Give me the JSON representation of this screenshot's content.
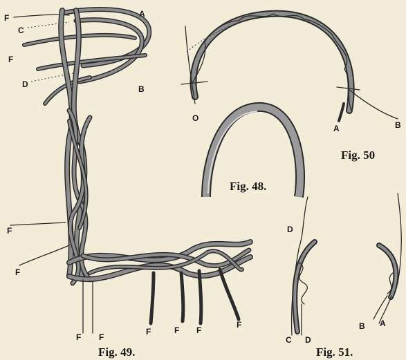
{
  "figures": {
    "fig48": {
      "caption": "Fig. 48."
    },
    "fig49": {
      "caption": "Fig. 49.",
      "labels": {
        "f_top": "F",
        "c": "C",
        "f_upper": "F",
        "d": "D",
        "a": "A",
        "b": "B",
        "f_mid": "F",
        "f_low": "F",
        "f_bottom_1": "F",
        "f_bottom_2": "F",
        "f_bottom_3": "F",
        "f_bottom_4": "F",
        "f_bottom_5": "F",
        "f_bottom_6": "F"
      }
    },
    "fig50": {
      "caption": "Fig. 50",
      "labels": {
        "o": "O",
        "a": "A",
        "b": "B"
      }
    },
    "fig51": {
      "caption": "Fig. 51.",
      "labels": {
        "d_top": "D",
        "c": "C",
        "d_bottom": "D",
        "b": "B",
        "a": "A"
      }
    }
  },
  "colors": {
    "paper": "#f2ecd9",
    "ink": "#1a1a1a",
    "rod_shade": "#8c8c8c"
  }
}
